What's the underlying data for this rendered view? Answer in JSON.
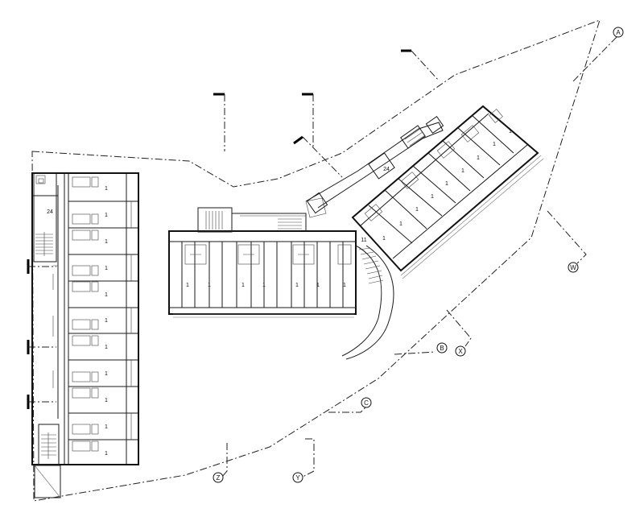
{
  "plan": {
    "unit_label": "1",
    "stair_tag_left": "24",
    "stair_tag_right": "24",
    "corner_tag": "11",
    "grid_bubbles": {
      "A": "A",
      "B": "B",
      "C": "C",
      "W": "W",
      "X": "X",
      "Y": "Y",
      "Z": "Z"
    }
  }
}
